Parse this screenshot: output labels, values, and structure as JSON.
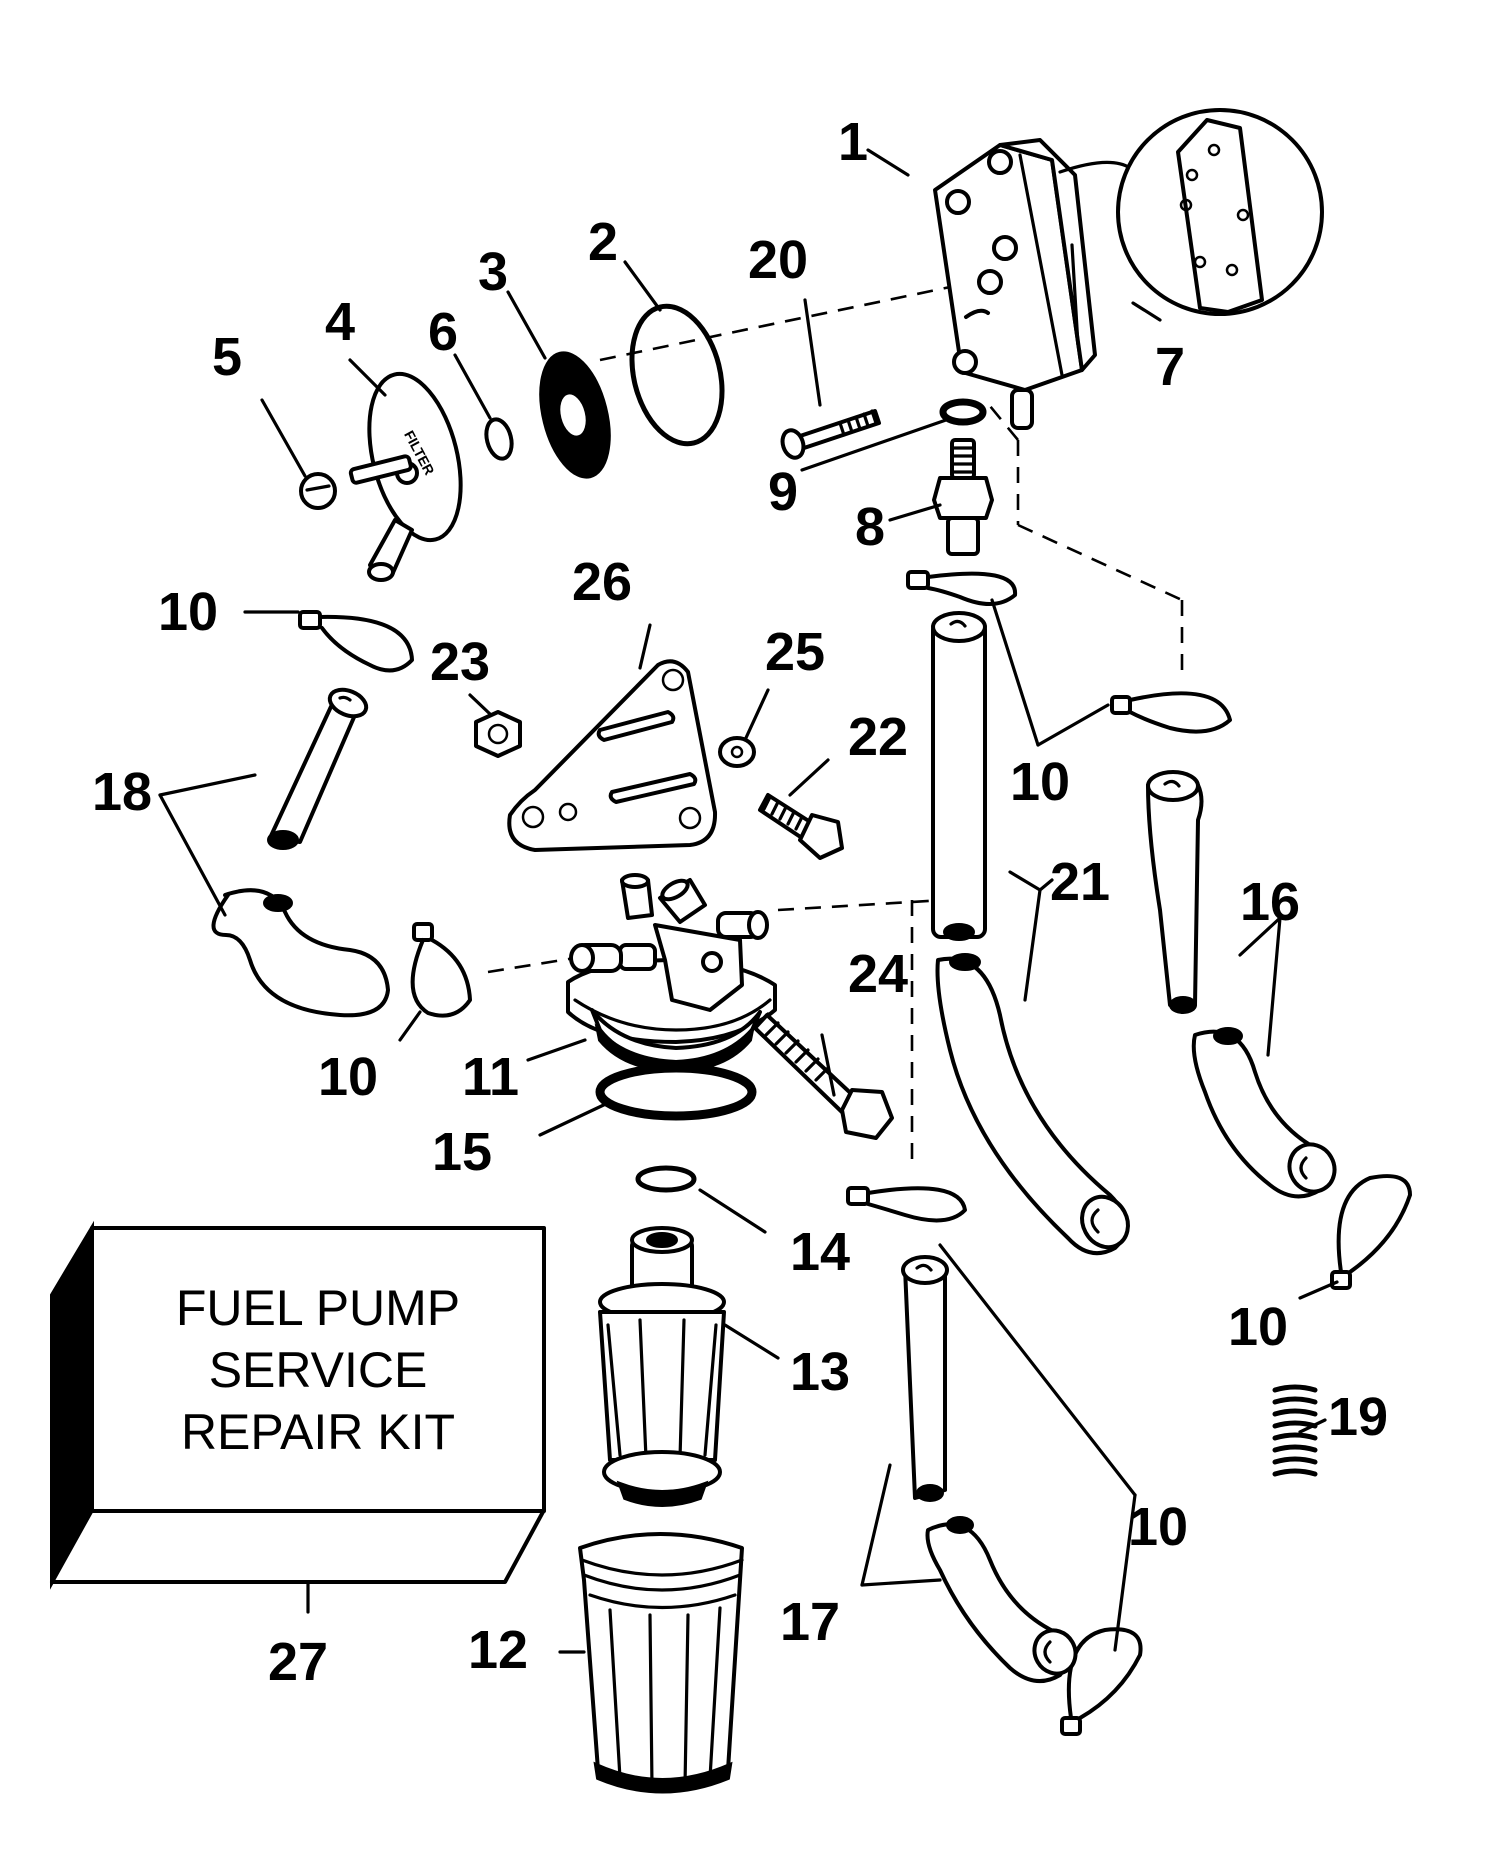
{
  "kit": {
    "line1": "FUEL PUMP",
    "line2": "SERVICE",
    "line3": "REPAIR KIT"
  },
  "filter_label": "FILTER",
  "callouts": {
    "n1": "1",
    "n2": "2",
    "n3": "3",
    "n4": "4",
    "n5": "5",
    "n6": "6",
    "n7": "7",
    "n8": "8",
    "n9": "9",
    "n10a": "10",
    "n10b": "10",
    "n10c": "10",
    "n10d": "10",
    "n10e": "10",
    "n11": "11",
    "n12": "12",
    "n13": "13",
    "n14": "14",
    "n15": "15",
    "n16": "16",
    "n17": "17",
    "n18": "18",
    "n19": "19",
    "n20": "20",
    "n21": "21",
    "n22": "22",
    "n23": "23",
    "n24": "24",
    "n25": "25",
    "n26": "26",
    "n27": "27"
  }
}
